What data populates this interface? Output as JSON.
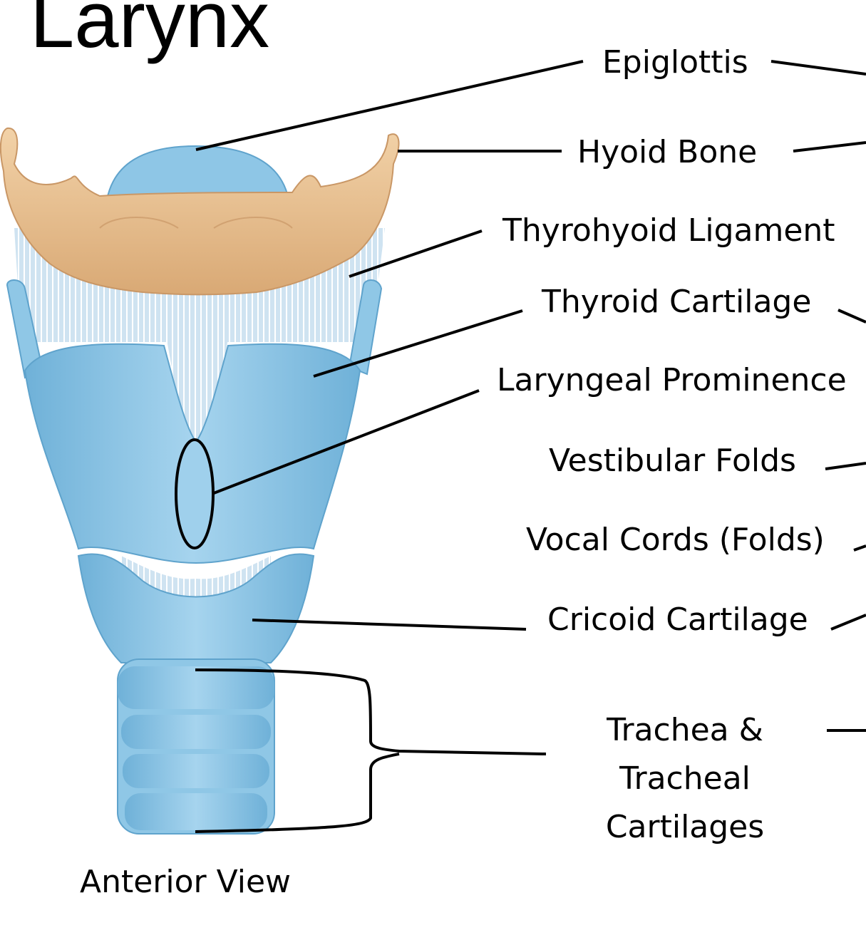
{
  "title": "Larynx",
  "caption": "Anterior View",
  "labels": {
    "epiglottis": "Epiglottis",
    "hyoid_bone": "Hyoid Bone",
    "thyrohyoid_ligament": "Thyrohyoid Ligament",
    "thyroid_cartilage": "Thyroid Cartilage",
    "laryngeal_prominence": "Laryngeal Prominence",
    "vestibular_folds": "Vestibular Folds",
    "vocal_cords": "Vocal Cords (Folds)",
    "cricoid_cartilage": "Cricoid Cartilage",
    "trachea": [
      "Trachea &",
      "Tracheal",
      "Cartilages"
    ]
  },
  "colors": {
    "cartilage": "#8fc7e6",
    "cartilage_dark": "#5fa3cc",
    "bone": "#e6bf92",
    "ligament": "#d6e6f2",
    "leader": "#000000"
  }
}
